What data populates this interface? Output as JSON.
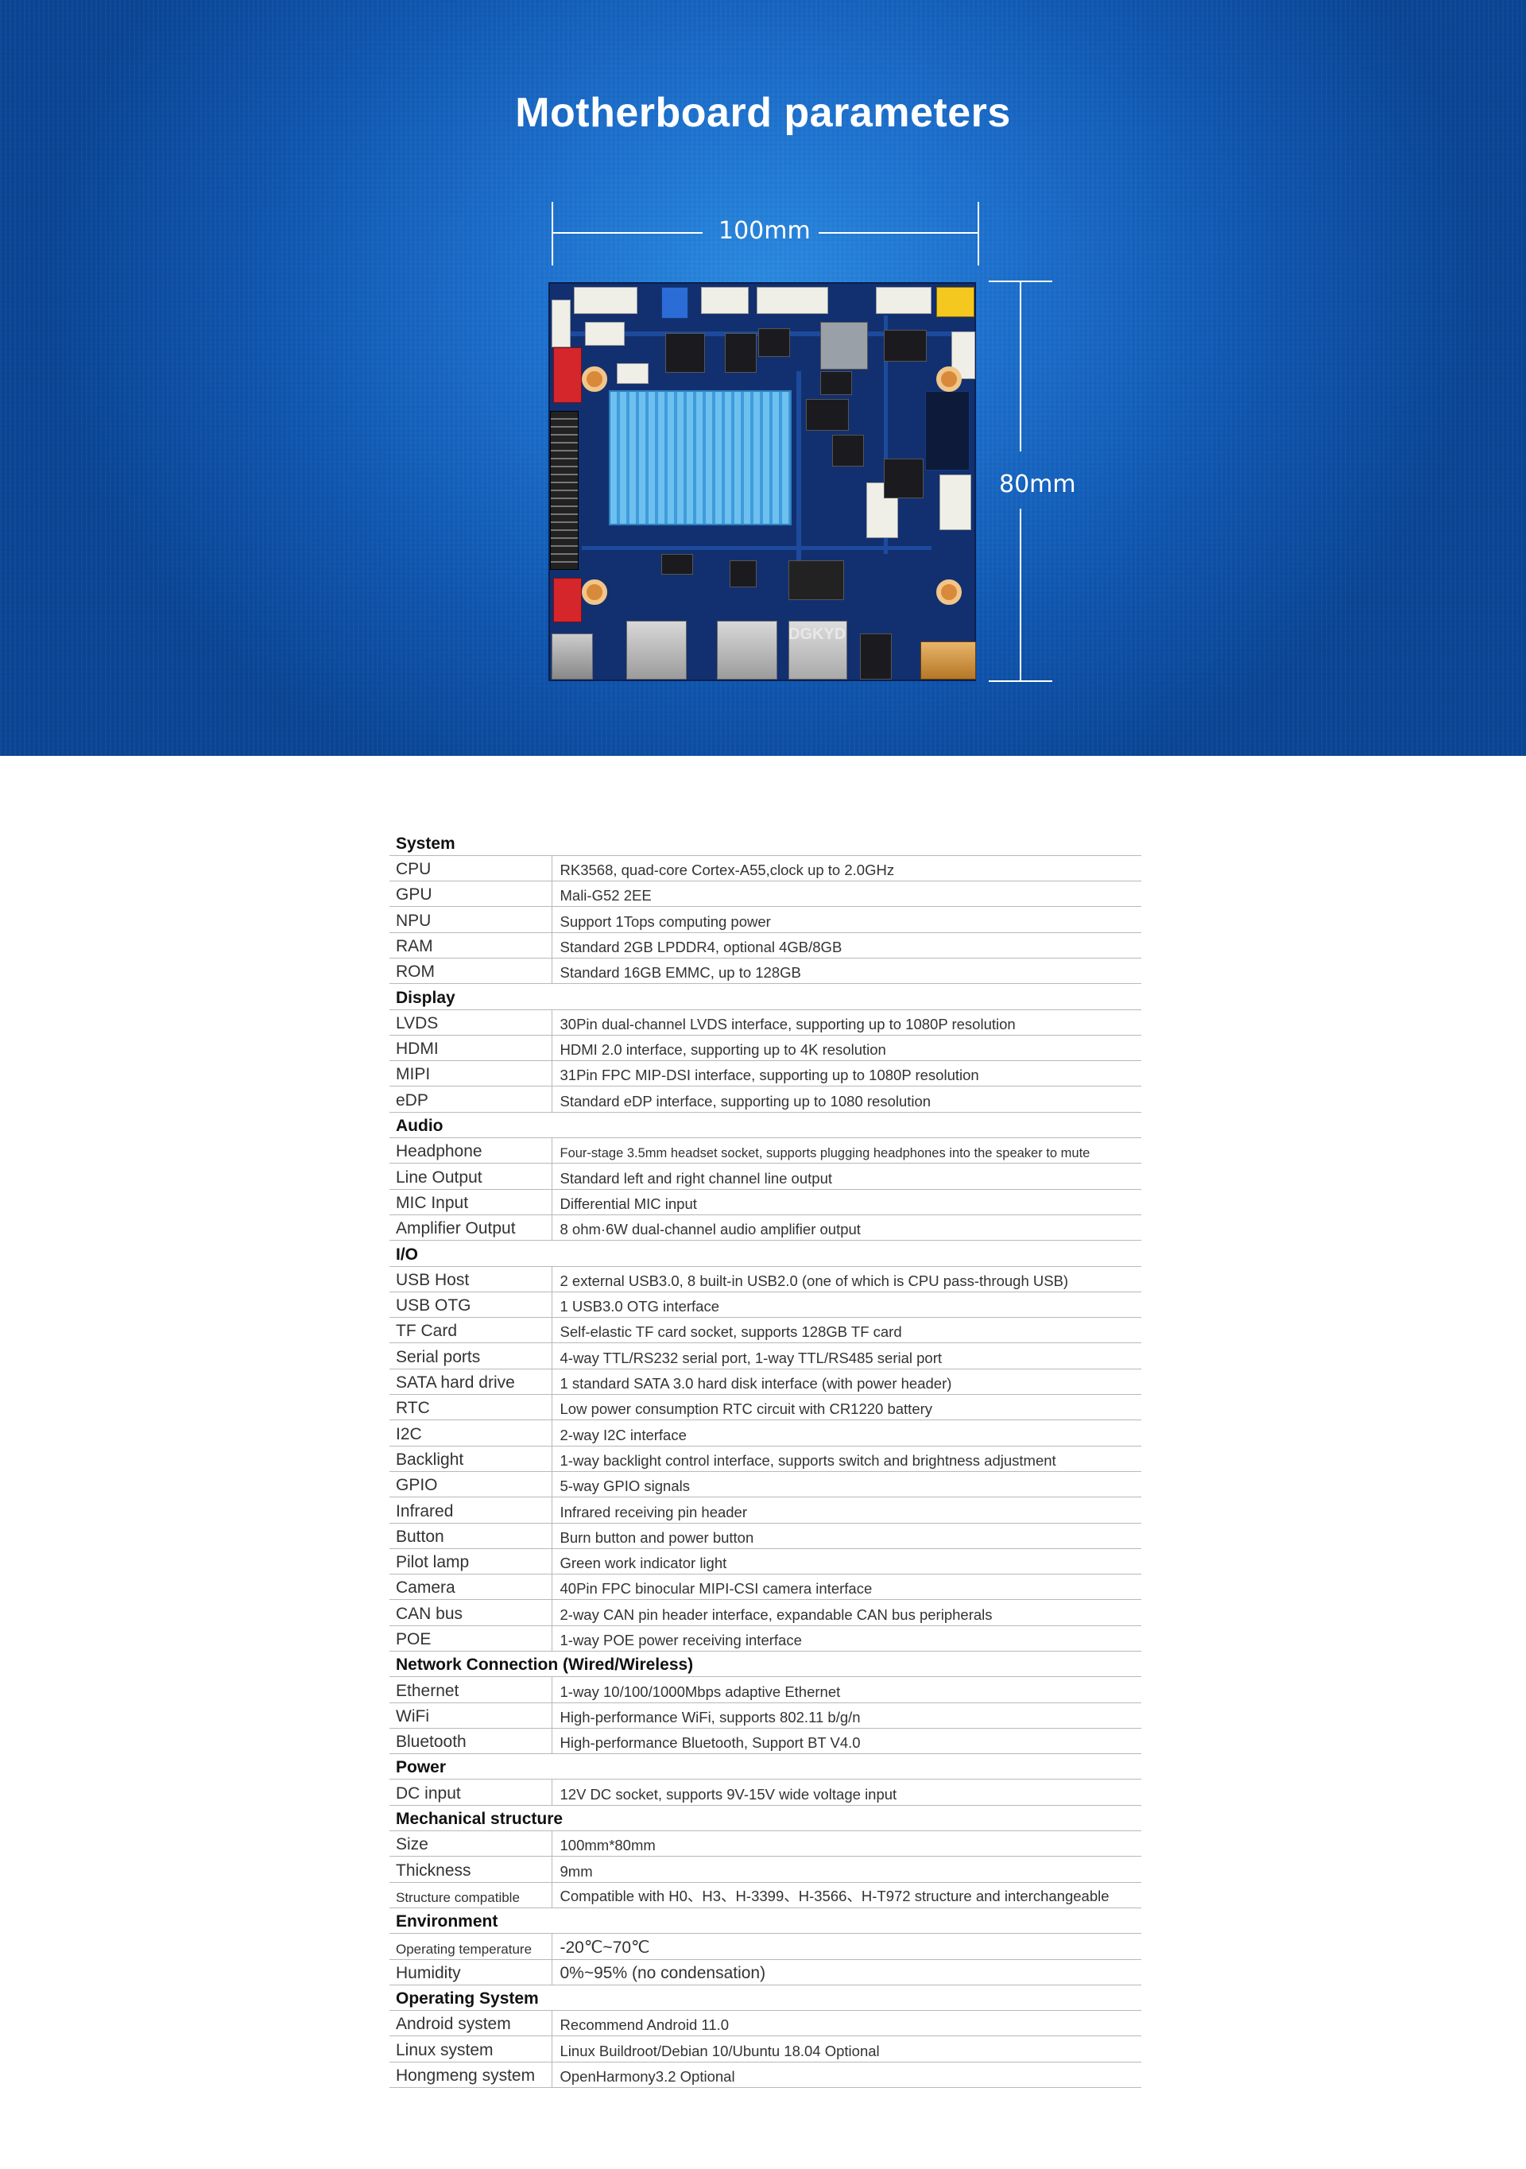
{
  "banner": {
    "title": "Motherboard parameters",
    "width_label": "100mm",
    "height_label": "80mm",
    "board_marking": "DGKYD"
  },
  "spec_table": {
    "sections": [
      {
        "title": "System",
        "rows": [
          {
            "label": "CPU",
            "value": "RK3568, quad-core Cortex-A55,clock up to 2.0GHz"
          },
          {
            "label": "GPU",
            "value": "Mali-G52 2EE"
          },
          {
            "label": "NPU",
            "value": "Support 1Tops computing power"
          },
          {
            "label": "RAM",
            "value": "Standard 2GB LPDDR4, optional 4GB/8GB"
          },
          {
            "label": "ROM",
            "value": "Standard 16GB EMMC, up to 128GB"
          }
        ]
      },
      {
        "title": "Display",
        "rows": [
          {
            "label": "LVDS",
            "value": "30Pin dual-channel LVDS interface, supporting up to 1080P resolution"
          },
          {
            "label": "HDMI",
            "value": "HDMI 2.0 interface, supporting up to 4K resolution"
          },
          {
            "label": "MIPI",
            "value": "31Pin FPC MIP-DSI interface, supporting up to 1080P resolution"
          },
          {
            "label": "eDP",
            "value": "Standard eDP interface, supporting up to 1080 resolution"
          }
        ]
      },
      {
        "title": "Audio",
        "rows": [
          {
            "label": "Headphone",
            "value": "Four-stage 3.5mm headset socket, supports plugging headphones into the speaker to mute"
          },
          {
            "label": "Line Output",
            "value": "Standard left and right channel line output"
          },
          {
            "label": "MIC Input",
            "value": "Differential MIC input"
          },
          {
            "label": "Amplifier Output",
            "value": "8 ohm·6W dual-channel audio amplifier output"
          }
        ]
      },
      {
        "title": "I/O",
        "rows": [
          {
            "label": "USB Host",
            "value": "2 external USB3.0, 8 built-in USB2.0 (one of which is CPU pass-through USB)"
          },
          {
            "label": "USB OTG",
            "value": "1 USB3.0 OTG interface"
          },
          {
            "label": "TF Card",
            "value": "Self-elastic TF card socket, supports 128GB TF card"
          },
          {
            "label": "Serial ports",
            "value": "4-way TTL/RS232 serial port, 1-way TTL/RS485 serial port"
          },
          {
            "label": "SATA hard drive",
            "value": "1 standard SATA 3.0 hard disk interface (with power header)"
          },
          {
            "label": "RTC",
            "value": "Low power consumption RTC circuit with CR1220 battery"
          },
          {
            "label": "I2C",
            "value": "2-way I2C interface"
          },
          {
            "label": "Backlight",
            "value": "1-way backlight control interface, supports switch and brightness adjustment"
          },
          {
            "label": "GPIO",
            "value": "5-way GPIO signals"
          },
          {
            "label": "Infrared",
            "value": "Infrared receiving pin header"
          },
          {
            "label": "Button",
            "value": "Burn button and power button"
          },
          {
            "label": "Pilot lamp",
            "value": "Green work indicator light"
          },
          {
            "label": "Camera",
            "value": "40Pin FPC binocular MIPI-CSI camera interface"
          },
          {
            "label": "CAN bus",
            "value": "2-way CAN pin header interface, expandable CAN bus peripherals"
          },
          {
            "label": "POE",
            "value": "1-way POE power receiving interface"
          }
        ]
      },
      {
        "title": "Network Connection (Wired/Wireless)",
        "rows": [
          {
            "label": "Ethernet",
            "value": "1-way 10/100/1000Mbps adaptive Ethernet"
          },
          {
            "label": "WiFi",
            "value": "High-performance WiFi, supports 802.11 b/g/n"
          },
          {
            "label": "Bluetooth",
            "value": "High-performance Bluetooth, Support BT V4.0"
          }
        ]
      },
      {
        "title": "Power",
        "rows": [
          {
            "label": "DC input",
            "value": "12V DC socket, supports 9V-15V wide voltage input"
          }
        ]
      },
      {
        "title": "Mechanical structure",
        "rows": [
          {
            "label": "Size",
            "value": "100mm*80mm"
          },
          {
            "label": "Thickness",
            "value": "9mm"
          },
          {
            "label": "Structure compatible",
            "value": "Compatible with H0、H3、H-3399、H-3566、H-T972 structure and interchangeable"
          }
        ]
      },
      {
        "title": "Environment",
        "rows": [
          {
            "label": "Operating temperature",
            "value": "-20℃~70℃"
          },
          {
            "label": "Humidity",
            "value": "0%~95% (no condensation)"
          }
        ]
      },
      {
        "title": "Operating System",
        "rows": [
          {
            "label": "Android system",
            "value": "Recommend Android 11.0"
          },
          {
            "label": "Linux system",
            "value": "Linux Buildroot/Debian 10/Ubuntu 18.04 Optional"
          },
          {
            "label": "Hongmeng system",
            "value": "OpenHarmony3.2 Optional"
          }
        ]
      }
    ]
  }
}
